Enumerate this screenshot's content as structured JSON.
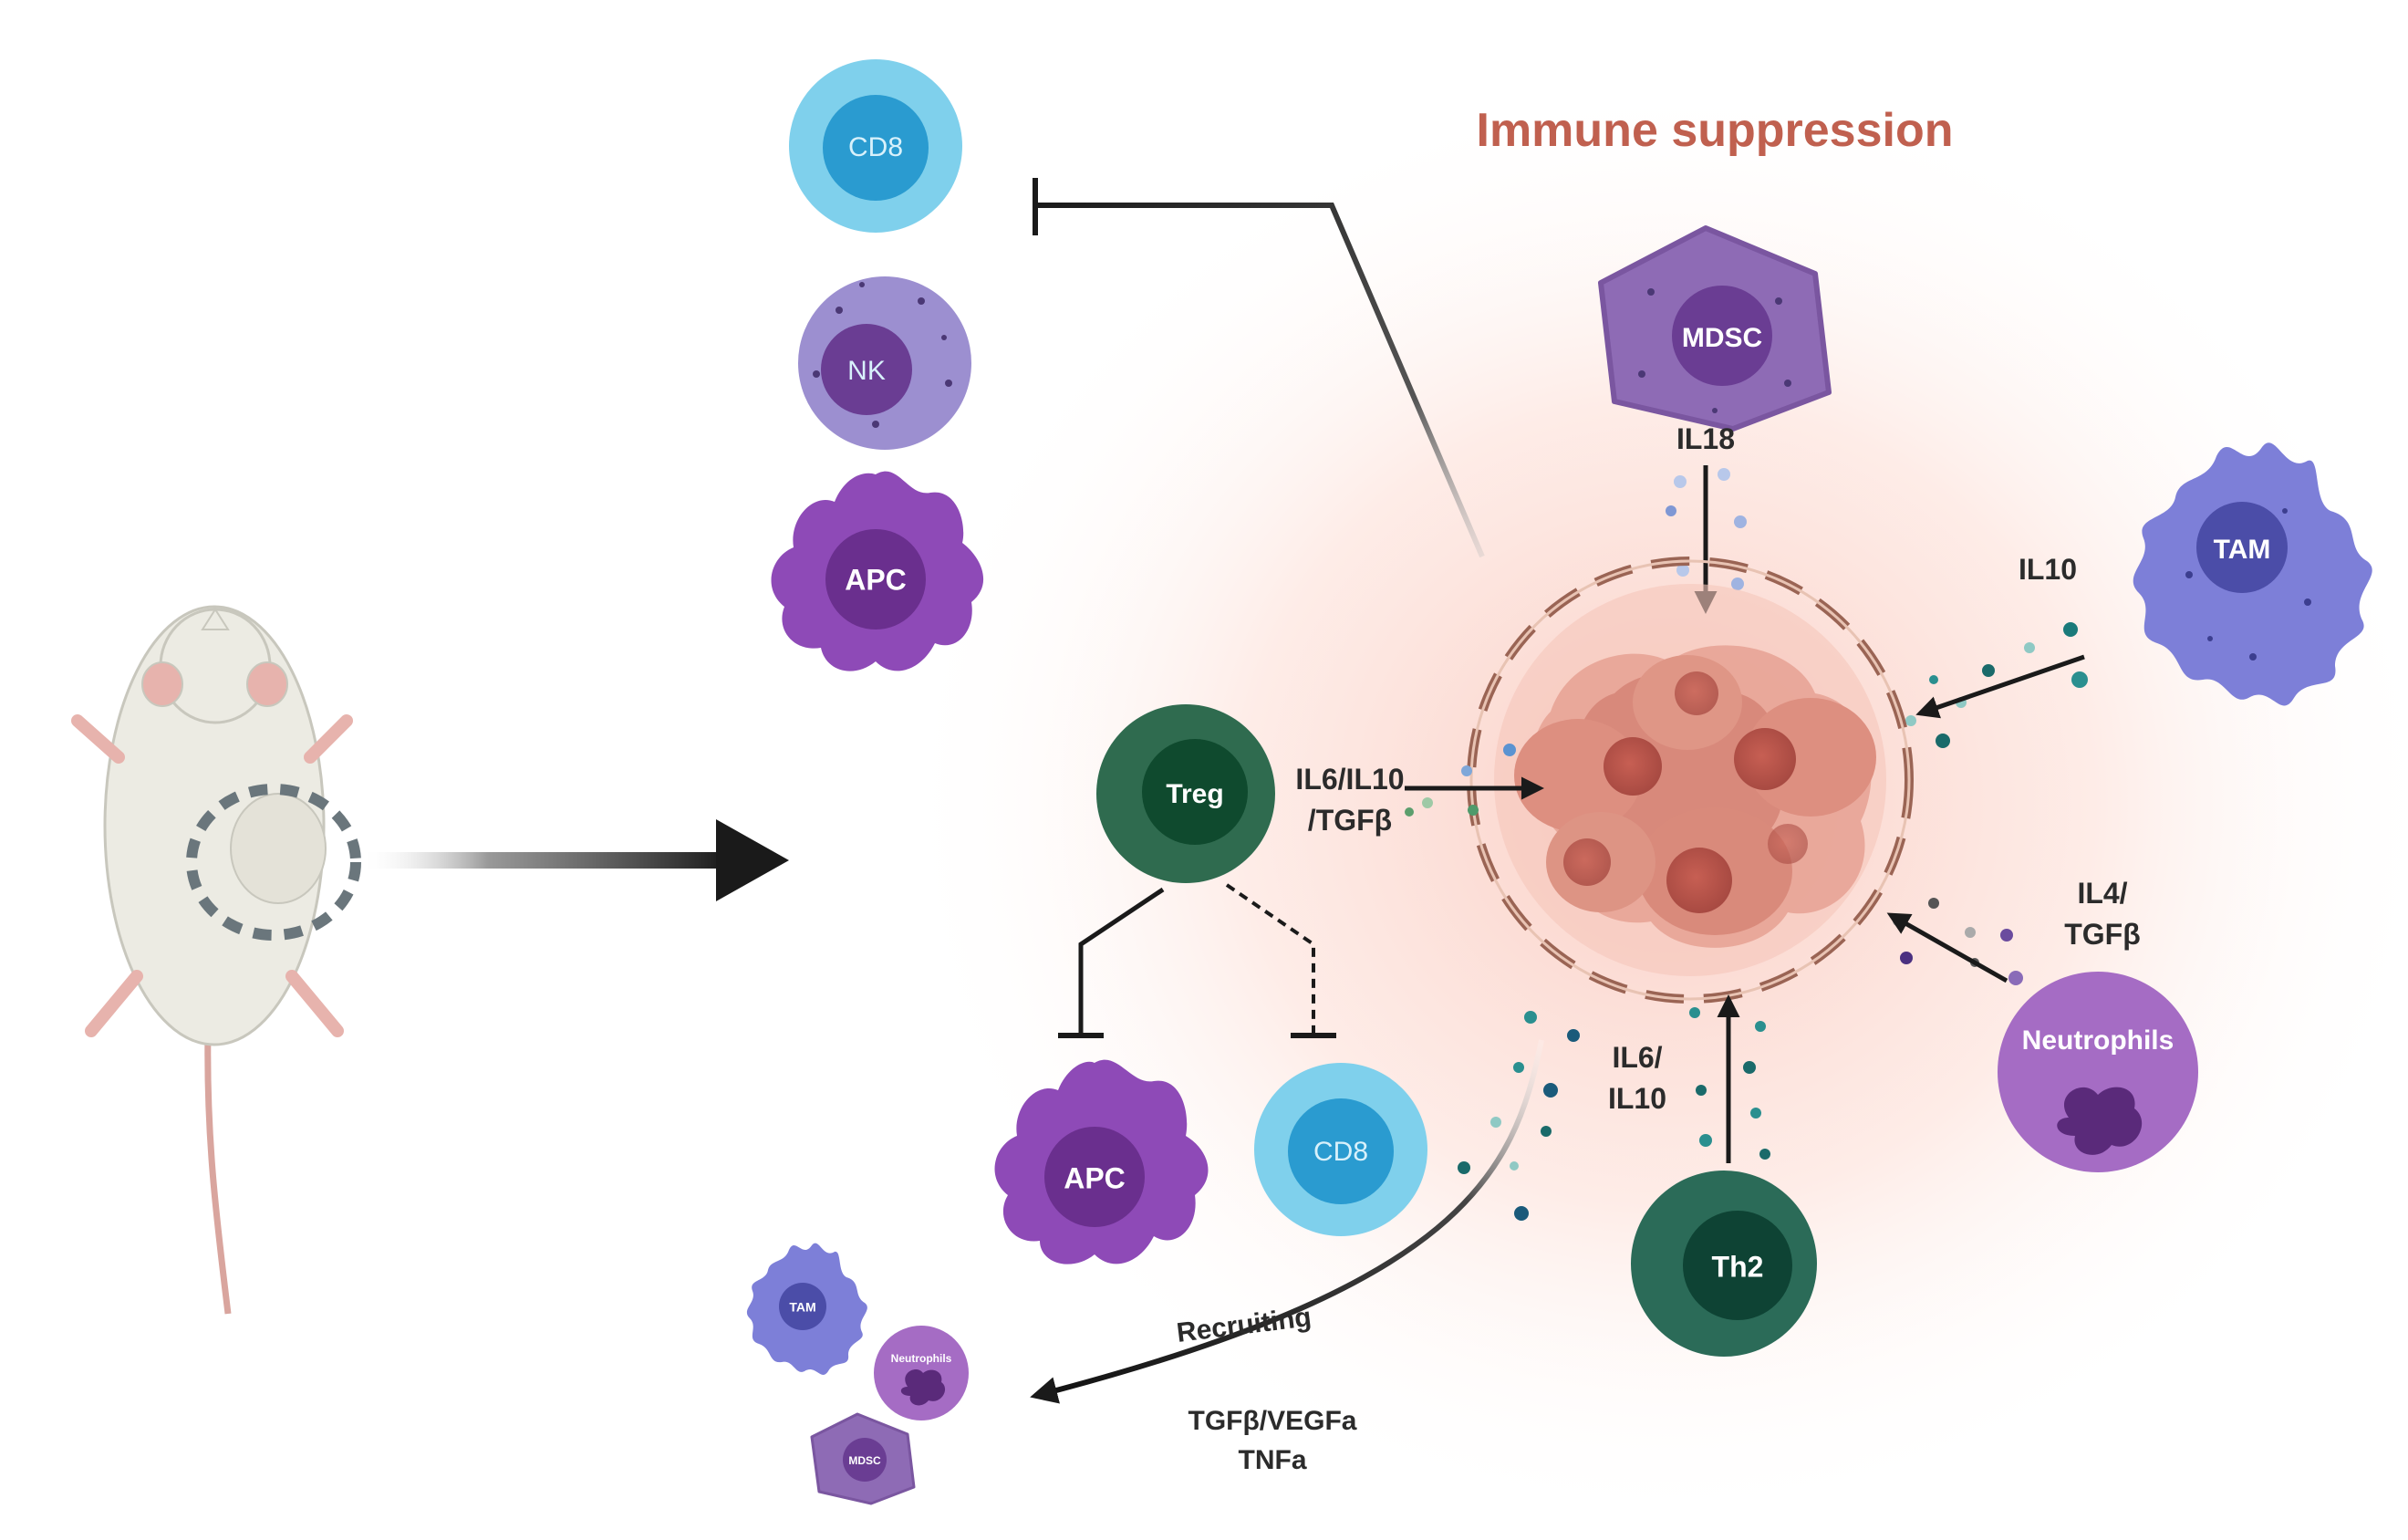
{
  "title": "Immune suppression",
  "cells": {
    "cd8_top": "CD8",
    "nk": "NK",
    "apc_top": "APC",
    "mdsc": "MDSC",
    "tam": "TAM",
    "treg": "Treg",
    "neutrophils": "Neutrophils",
    "th2": "Th2",
    "apc_bottom": "APC",
    "cd8_bottom": "CD8",
    "tam_small": "TAM",
    "neutrophils_small": "Neutrophils",
    "mdsc_small": "MDSC"
  },
  "cytokines": {
    "mdsc": "IL18",
    "tam": "IL10",
    "treg_line1": "IL6/IL10",
    "treg_line2": "/TGFβ",
    "neutrophils_line1": "IL4/",
    "neutrophils_line2": "TGFβ",
    "th2_line1": "IL6/",
    "th2_line2": "IL10",
    "recruit_label": "Recruiting",
    "recruit_line1": "TGFβ/VEGFa",
    "recruit_line2": "TNFa"
  },
  "colors": {
    "title": "#c0604f",
    "cd8_outer": "#7fd0ec",
    "cd8_inner": "#2a9bd0",
    "nk_outer": "#9c8fd0",
    "nk_inner": "#6a3d93",
    "apc": "#8e4ab7",
    "mdsc": "#8e6bb5",
    "tam": "#7d7fd8",
    "treg_outer": "#2f6b4f",
    "treg_inner": "#0f4a2e",
    "th2_outer": "#2b6b58",
    "th2_inner": "#0e4334",
    "neutrophil": "#a56cc4",
    "tumor": "#d27a6d",
    "glow": "#f7b5a3"
  }
}
